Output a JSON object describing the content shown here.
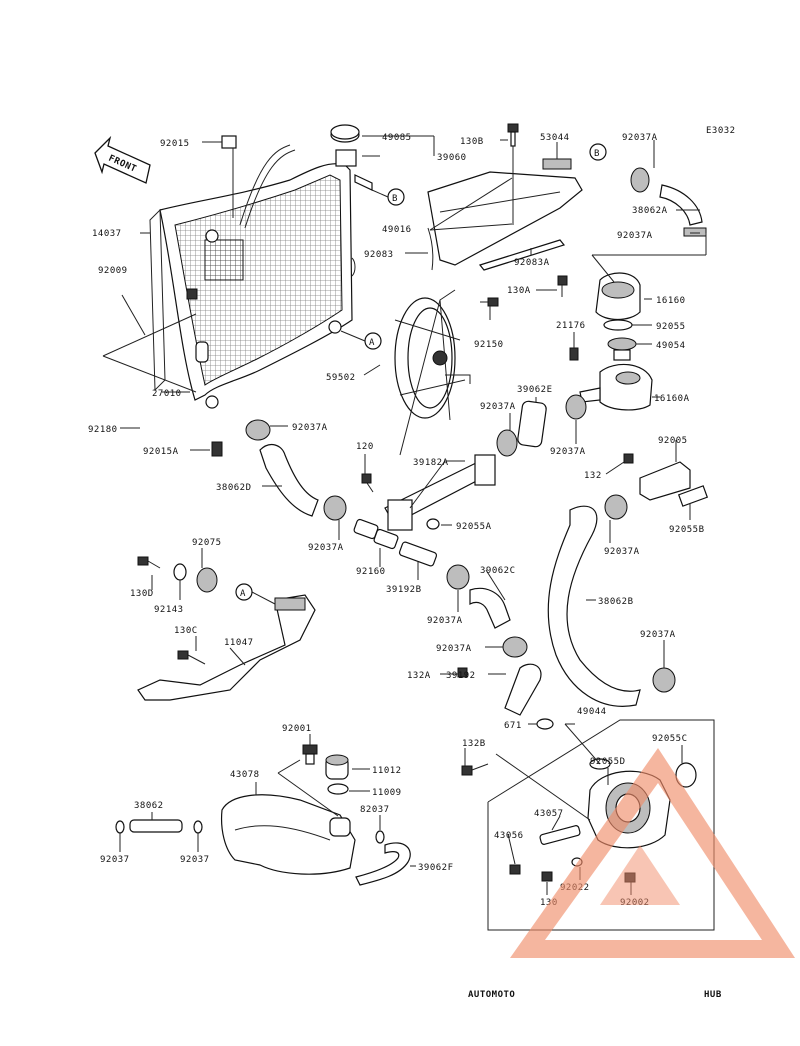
{
  "diagram_code": "E3032",
  "front_label": "FRONT",
  "callout_b": "B",
  "callout_a": "A",
  "parts": {
    "p92015": "92015",
    "p49085": "49085",
    "p39060": "39060",
    "p130b_top": "130B",
    "p53044": "53044",
    "p92037a_topright": "92037A",
    "p38062a": "38062A",
    "p92037a_right2": "92037A",
    "p14037": "14037",
    "p49016": "49016",
    "p92083": "92083",
    "p92083a": "92083A",
    "p92009": "92009",
    "p130a": "130A",
    "p16160": "16160",
    "p21176": "21176",
    "p92055": "92055",
    "p49054": "49054",
    "p92150": "92150",
    "p59502": "59502",
    "p27010": "27010",
    "p39062e": "39062E",
    "p92037a_mid": "92037A",
    "p16160a": "16160A",
    "p92180": "92180",
    "p92037a_left": "92037A",
    "p92015a": "92015A",
    "p120": "120",
    "p39182a": "39182A",
    "p92037a_c": "92037A",
    "p92005": "92005",
    "p132": "132",
    "p38062d": "38062D",
    "p92055a": "92055A",
    "p92055b": "92055B",
    "p92037a_d": "92037A",
    "p92037a_e": "92037A",
    "p92075": "92075",
    "p92160": "92160",
    "p39192b": "39192B",
    "p39062c": "39062C",
    "p130d": "130D",
    "p38062b": "38062B",
    "p92143": "92143",
    "p92037a_f": "92037A",
    "p130c": "130C",
    "p11047": "11047",
    "p92037a_g": "92037A",
    "p92037a_h": "92037A",
    "p132a": "132A",
    "p39192": "39192",
    "p671": "671",
    "p49044": "49044",
    "p92001": "92001",
    "p132b": "132B",
    "p92055d": "92055D",
    "p92055c": "92055C",
    "p43078": "43078",
    "p11012": "11012",
    "p11009": "11009",
    "p38062": "38062",
    "p82037": "82037",
    "p43057": "43057",
    "p43056": "43056",
    "p92037_left": "92037",
    "p92037_mid": "92037",
    "p39062f": "39062F",
    "p92022": "92022",
    "p130": "130",
    "p92002": "92002"
  },
  "watermark": {
    "part1": "AUTOMOTO",
    "part2": "HUB"
  },
  "colors": {
    "line": "#222222",
    "watermark_accent": "#f08c6a",
    "watermark_gray": "#9a9a9a"
  }
}
